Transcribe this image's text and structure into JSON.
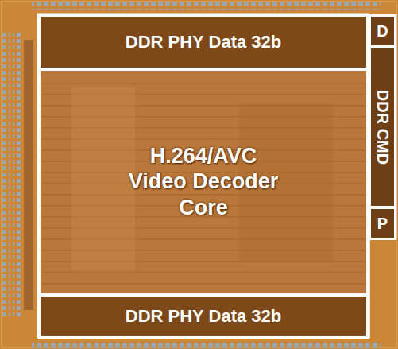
{
  "diagram": {
    "nodes": [
      {
        "text": [
          "DDR PHY Data 32b"
        ]
      },
      {
        "text": [
          "D"
        ]
      },
      {
        "text": [
          "H.264/AVC Video Decoder Core"
        ]
      },
      {
        "text": [
          "DDR CMD"
        ]
      },
      {
        "text": [
          "P"
        ]
      },
      {
        "text": [
          "DDR PHY Data 32b"
        ]
      }
    ]
  }
}
